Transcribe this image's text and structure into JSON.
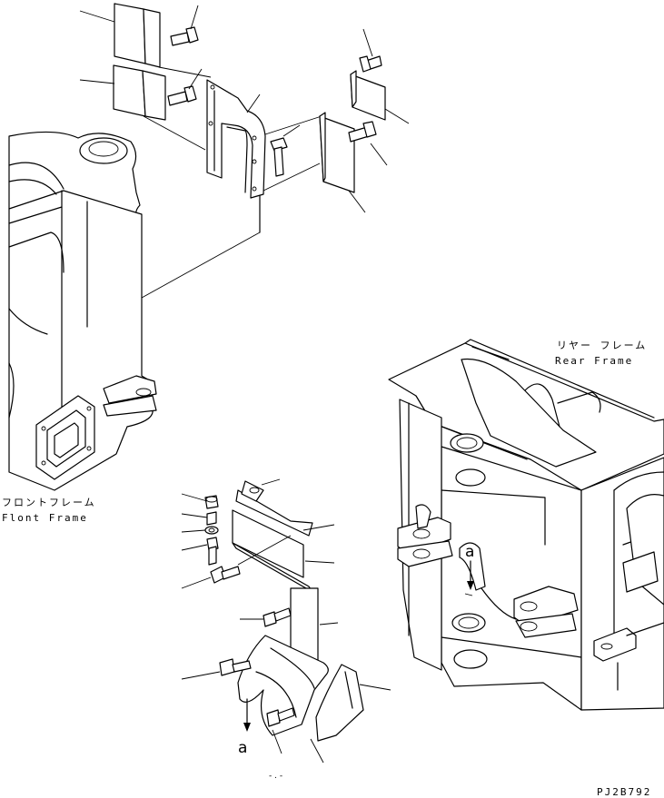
{
  "labels": {
    "rear_frame_jp": "リヤー フレーム",
    "rear_frame_en": "Rear Frame",
    "front_frame_jp": "フロントフレーム",
    "front_frame_en": "Flont Frame",
    "view_a_top": "a",
    "view_a_bottom": "a",
    "drawing_code": "PJ2B792",
    "bottom_marks": "- . -"
  }
}
